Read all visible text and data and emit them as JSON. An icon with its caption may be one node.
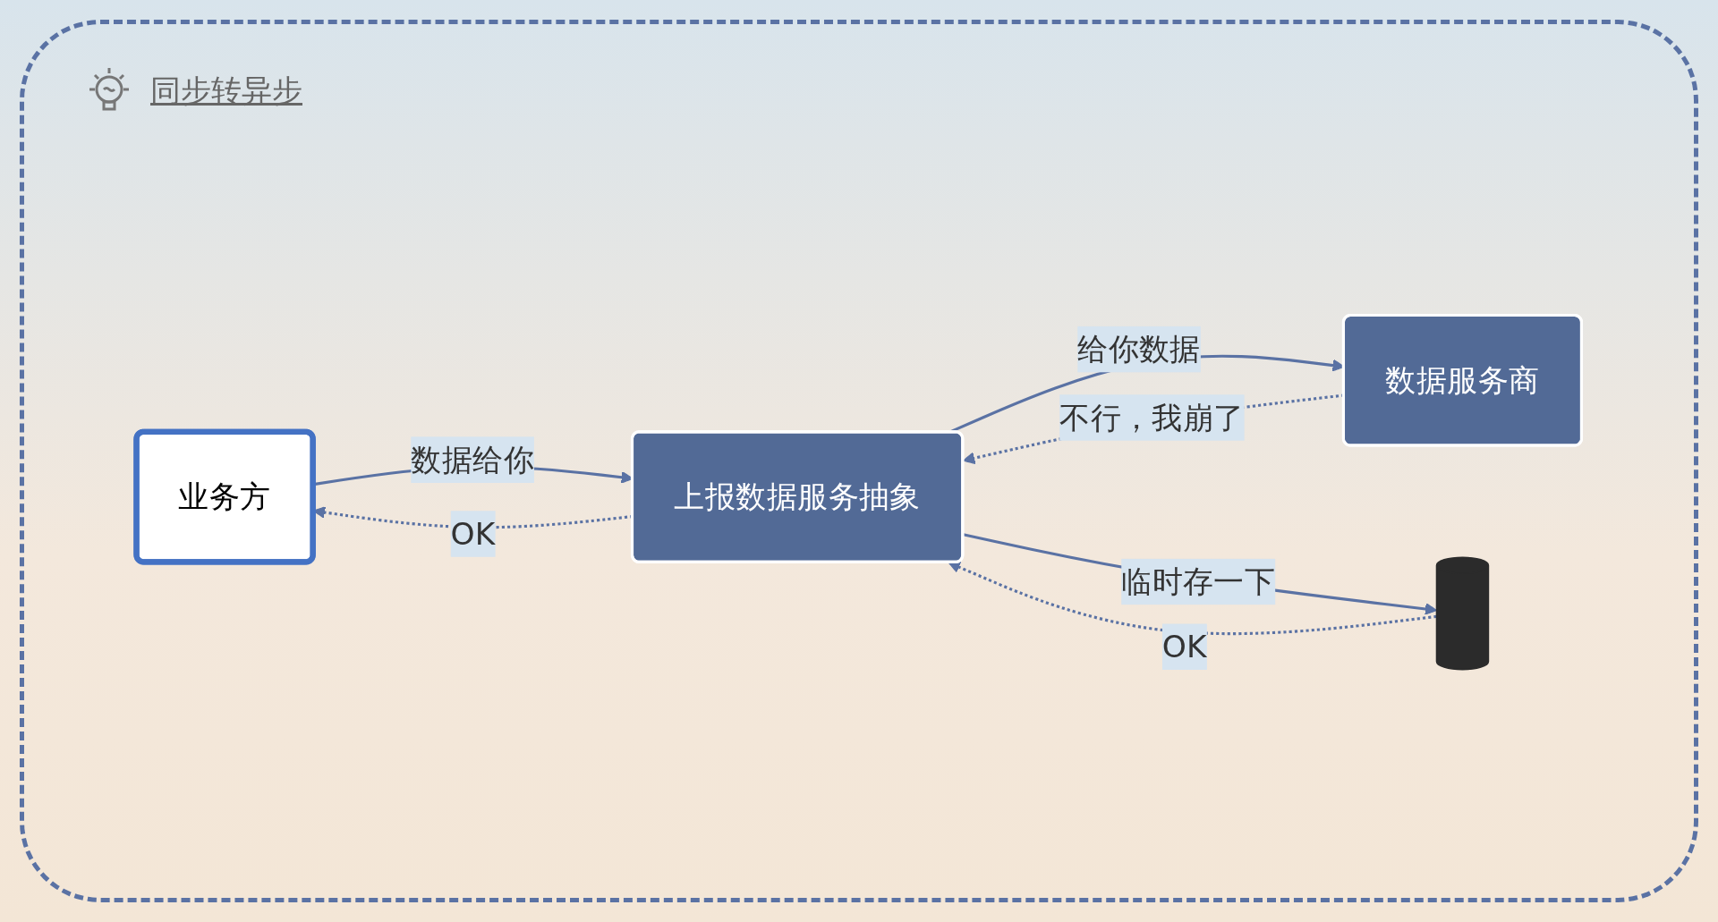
{
  "diagram": {
    "title": "同步转异步",
    "nodes": [
      {
        "text": [
          "业务方"
        ]
      },
      {
        "text": [
          "上报数据服务抽象"
        ]
      },
      {
        "text": [
          "数据服务商"
        ]
      },
      {
        "text": [],
        "shape": "cylinder"
      }
    ],
    "edges": [
      {
        "from": 0,
        "to": 1,
        "arrow": "to",
        "label": "数据给你"
      },
      {
        "from": 1,
        "to": 0,
        "arrow": "to",
        "label": "OK",
        "style": "dashed"
      },
      {
        "from": 1,
        "to": 2,
        "arrow": "to",
        "label": "给你数据"
      },
      {
        "from": 2,
        "to": 1,
        "arrow": "to",
        "label": "不行，我崩了",
        "style": "dashed"
      },
      {
        "from": 1,
        "to": 3,
        "arrow": "to",
        "label": "临时存一下"
      },
      {
        "from": 3,
        "to": 1,
        "arrow": "to",
        "label": "OK",
        "style": "dashed"
      }
    ]
  }
}
